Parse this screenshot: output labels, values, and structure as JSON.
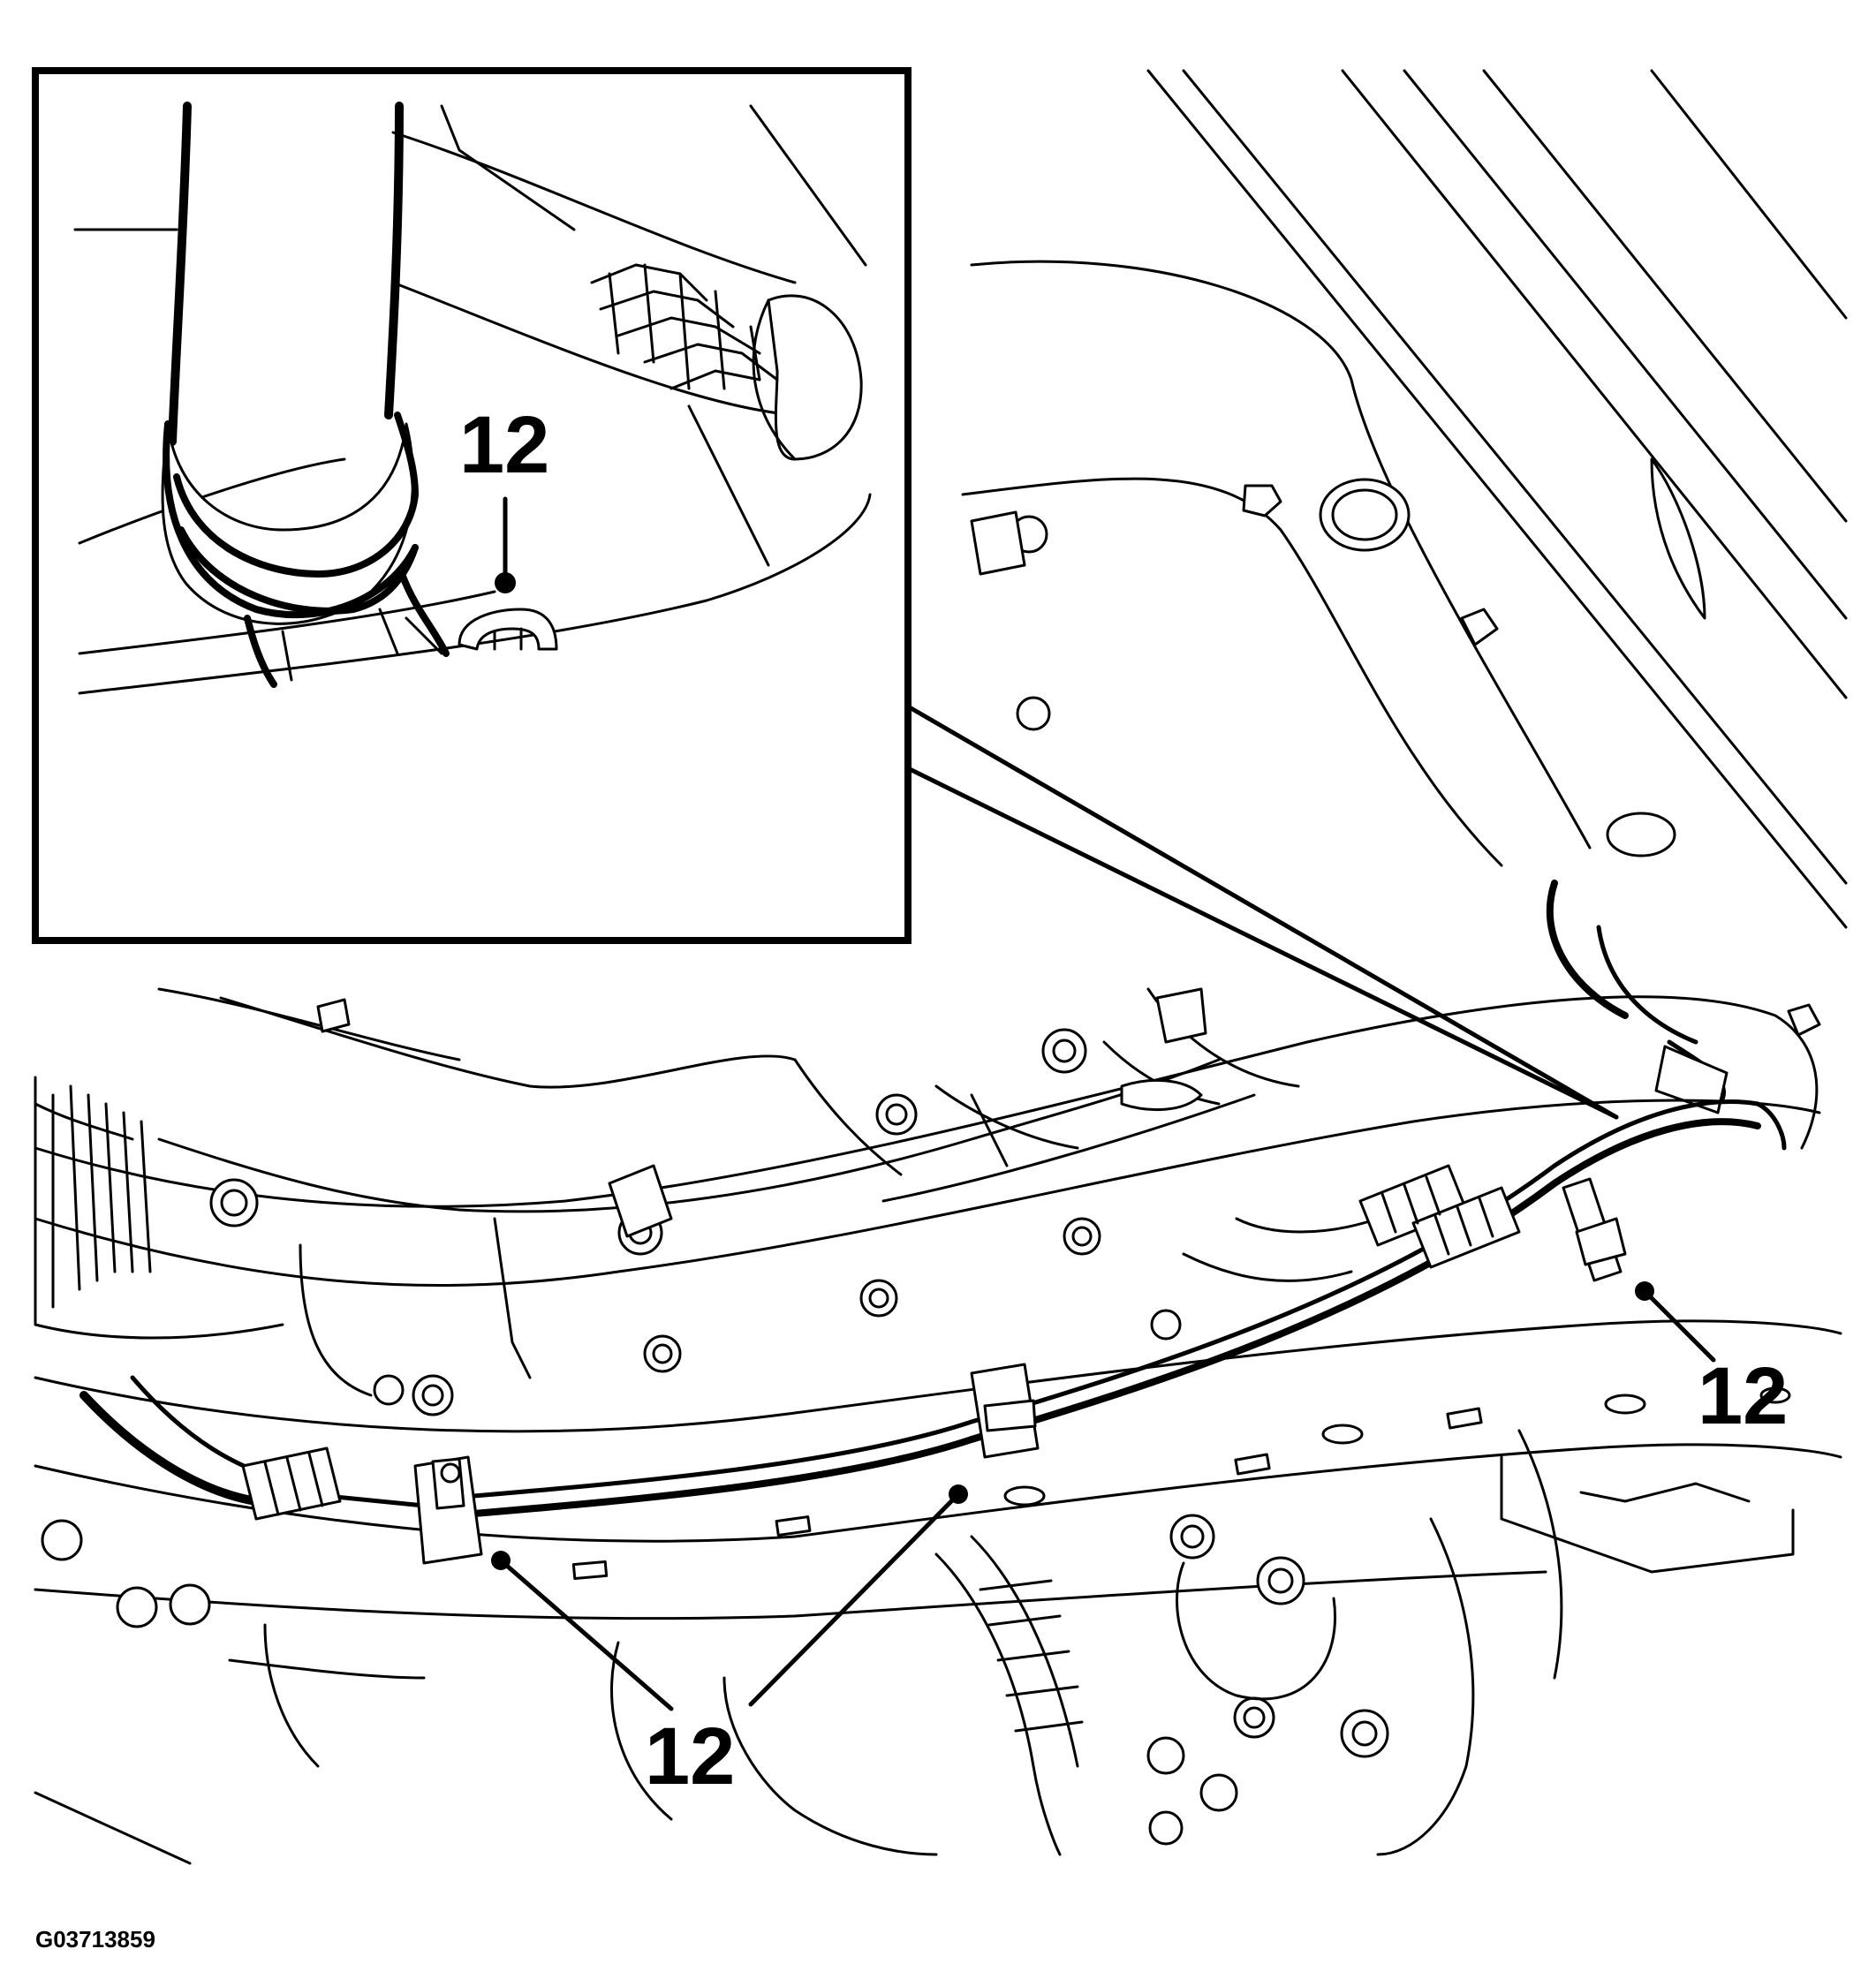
{
  "figure": {
    "code": "G03713859"
  },
  "callouts": [
    {
      "id": "inset",
      "label": "12"
    },
    {
      "id": "right-clip",
      "label": "12"
    },
    {
      "id": "bottom-center",
      "label": "12"
    }
  ],
  "colors": {
    "ink": "#000000",
    "paper": "#ffffff"
  }
}
